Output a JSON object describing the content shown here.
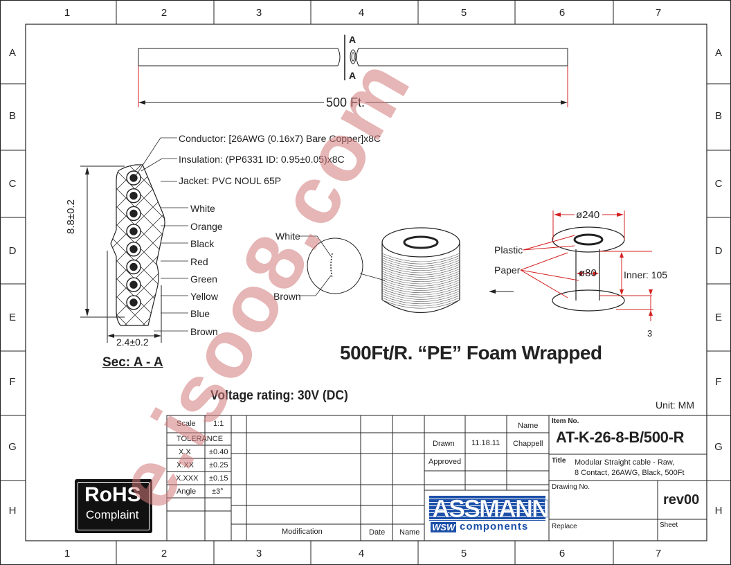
{
  "frame": {
    "columns": [
      "1",
      "2",
      "3",
      "4",
      "5",
      "6",
      "7"
    ],
    "rows": [
      "A",
      "B",
      "C",
      "D",
      "E",
      "F",
      "G",
      "H"
    ]
  },
  "cable_view": {
    "length_label": "500 Ft.",
    "section_marker_top": "A",
    "section_marker_bottom": "A"
  },
  "section": {
    "title": "Sec: A - A",
    "height_dim": "8.8±0.2",
    "width_dim": "2.4±0.2",
    "callouts": {
      "conductor": "Conductor: [26AWG (0.16x7) Bare Copper]x8C",
      "insulation": "Insulation: (PP6331 ID: 0.95±0.05)x8C",
      "jacket": "Jacket: PVC NOUL 65P"
    },
    "wire_colors": [
      "White",
      "Orange",
      "Black",
      "Red",
      "Green",
      "Yellow",
      "Blue",
      "Brown"
    ]
  },
  "reel": {
    "detail_top": "White",
    "detail_bottom": "Brown",
    "caption": "500Ft/R. “PE” Foam Wrapped",
    "outer_dia": "ø240",
    "inner_dia": "ø80",
    "inner_width": "Inner: 105",
    "flange": "3",
    "plastic_label": "Plastic",
    "paper_label": "Paper"
  },
  "voltage": "Voltage rating: 30V (DC)",
  "unit": "Unit: MM",
  "title_block": {
    "scale_label": "Scale",
    "scale_value": "1:1",
    "tolerance_label": "TOLERANCE",
    "tolerances": [
      {
        "label": "X.X",
        "value": "±0.40"
      },
      {
        "label": "X.XX",
        "value": "±0.25"
      },
      {
        "label": "X.XXX",
        "value": "±0.15"
      },
      {
        "label": "Angle",
        "value": "±3°"
      }
    ],
    "modification_label": "Modification",
    "date_label": "Date",
    "name_label": "Name",
    "name_header": "Name",
    "drawn_label": "Drawn",
    "drawn_date": "11.18.11",
    "drawn_name": "Chappell",
    "approved_label": "Approved",
    "item_no_label": "Item No.",
    "item_no": "AT-K-26-8-B/500-R",
    "title_label": "Title",
    "title_line1": "Modular Straight cable - Raw,",
    "title_line2": "8 Contact, 26AWG, Black, 500Ft",
    "drawing_no_label": "Drawing No.",
    "revision": "rev00",
    "replace_label": "Replace",
    "sheet_label": "Sheet"
  },
  "logo": {
    "brand": "ASSMANN",
    "sub_prefix": "WSW",
    "sub": "components"
  },
  "rohs": {
    "line1": "RoHS",
    "line2": "Complaint"
  },
  "watermark": "e.isoo8.com",
  "colors": {
    "line": "#222222",
    "dimension_red": "#d42020",
    "watermark": "#d9a0a0",
    "logo_blue": "#1b4fa8"
  }
}
